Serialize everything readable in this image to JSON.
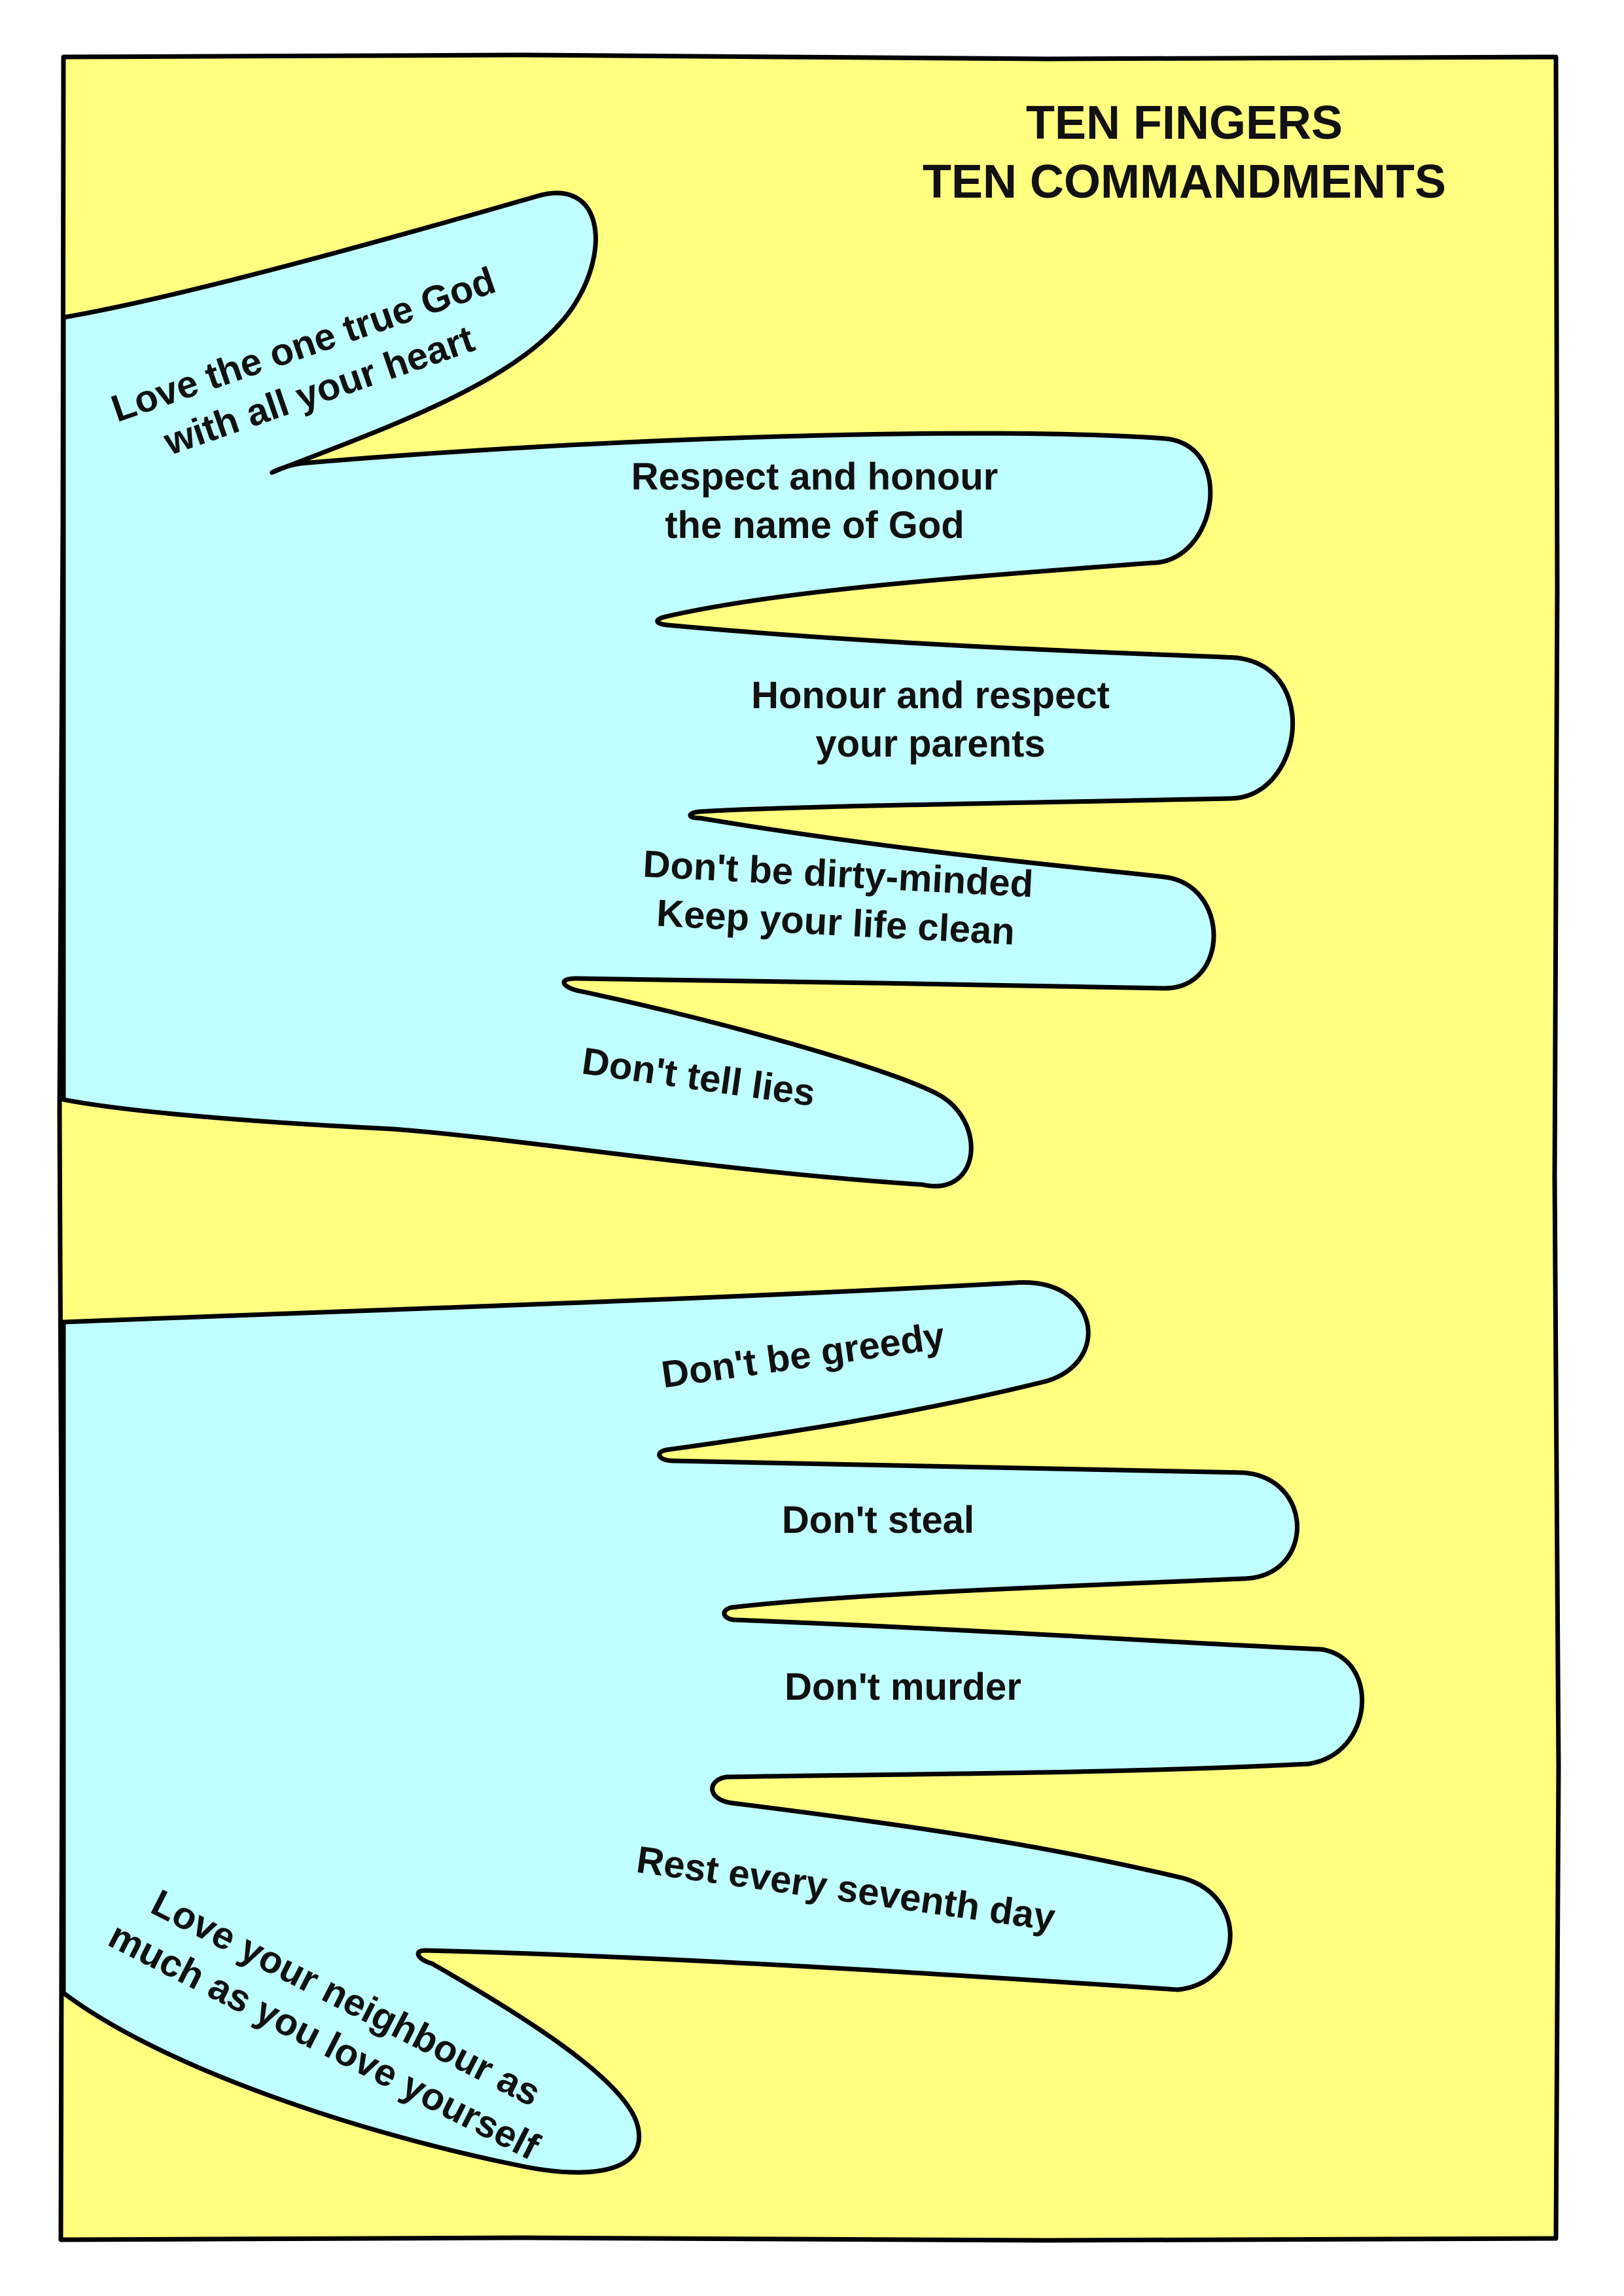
{
  "title": {
    "line1": "TEN FINGERS",
    "line2": "TEN COMMANDMENTS"
  },
  "colors": {
    "background": "#ffff80",
    "hand": "#c0ffff",
    "outline": "#000000",
    "text": "#111111"
  },
  "top_hand": {
    "thumb": {
      "line1": "Love the one true God",
      "line2": "with all your heart"
    },
    "finger1": {
      "line1": "Respect and honour",
      "line2": "the name of God"
    },
    "finger2": {
      "line1": "Honour and respect",
      "line2": "your parents"
    },
    "finger3": {
      "line1": "Don't be dirty-minded",
      "line2": "Keep your life clean"
    },
    "finger4": {
      "line1": "Don't tell lies"
    }
  },
  "bottom_hand": {
    "finger1": {
      "line1": "Don't be greedy"
    },
    "finger2": {
      "line1": "Don't steal"
    },
    "finger3": {
      "line1": "Don't murder"
    },
    "finger4": {
      "line1": "Rest every seventh day"
    },
    "thumb": {
      "line1": "Love your neighbour as",
      "line2": "much as you love yourself"
    }
  }
}
